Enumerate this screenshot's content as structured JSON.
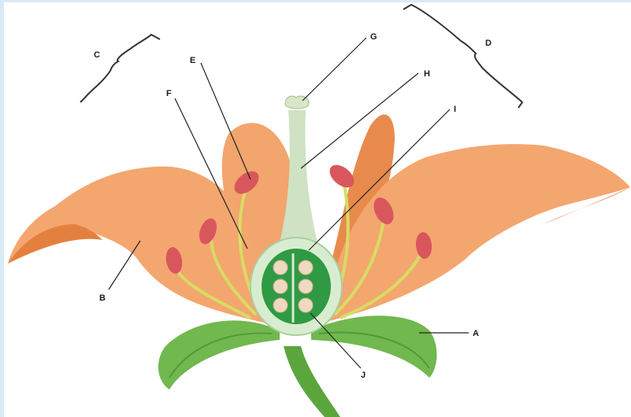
{
  "labels": {
    "A": "A",
    "B": "B",
    "C": "C",
    "D": "D",
    "E": "E",
    "F": "F",
    "G": "G",
    "H": "H",
    "I": "I",
    "J": "J"
  },
  "colors": {
    "petal": "#f4a66f",
    "petal_dark": "#e7874a",
    "petal_deep": "#d96c2b",
    "sepal": "#6fb64f",
    "sepal_dark": "#4f9a37",
    "style": "#cfe2c4",
    "ovary_wall": "#d8edd0",
    "ovary_inner": "#2f9a43",
    "ovule": "#f0d9be",
    "filament": "#d7dd63",
    "anther": "#d9575c",
    "leader": "#222222",
    "frame": "#dbe9f7"
  },
  "icons": [
    "flower-diagram",
    "bracket-c",
    "bracket-d"
  ]
}
